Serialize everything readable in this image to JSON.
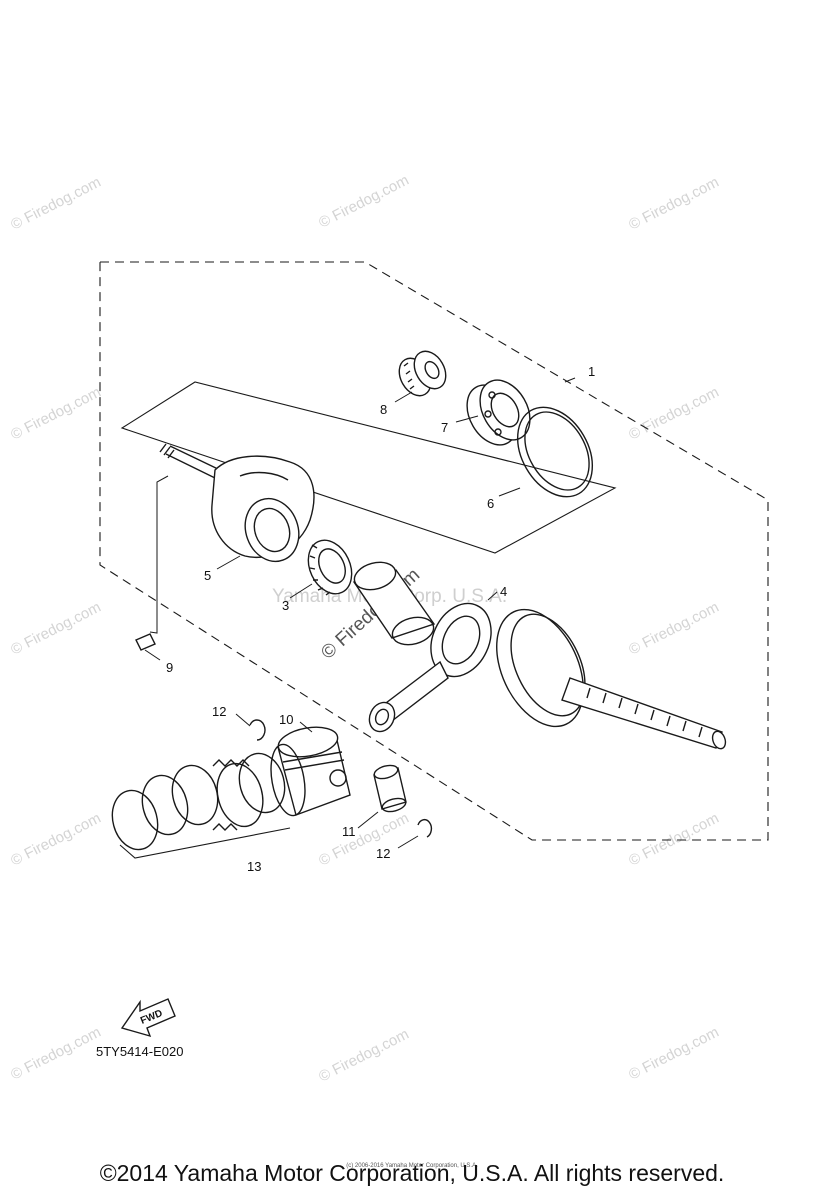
{
  "watermark": {
    "text": "© Firedog.com",
    "center_text": "Yamaha Motor Corp. U.S.A."
  },
  "callouts": [
    "1",
    "3",
    "4",
    "5",
    "6",
    "7",
    "8",
    "9",
    "10",
    "11",
    "12",
    "12",
    "13"
  ],
  "diagram_code": "5TY5414-E020",
  "fwd_label": "FWD",
  "footer": {
    "copyright": "©2014 Yamaha Motor Corporation, U.S.A. All rights reserved.",
    "small": "(c) 2006-2016 Yamaha Motor Corporation, U.S.A."
  },
  "colors": {
    "line": "#1a1a1a",
    "watermark": "#d4d4d4"
  }
}
